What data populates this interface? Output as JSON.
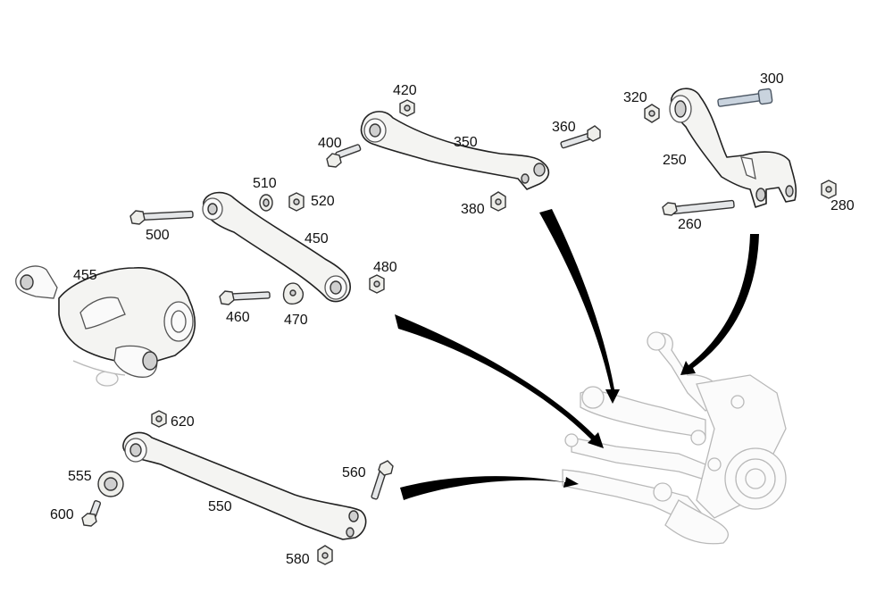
{
  "labels": {
    "p300": "300",
    "p320": "320",
    "p250": "250",
    "p260": "260",
    "p280": "280",
    "p420": "420",
    "p400": "400",
    "p350": "350",
    "p360": "360",
    "p380": "380",
    "p510": "510",
    "p520": "520",
    "p500": "500",
    "p450": "450",
    "p480": "480",
    "p455": "455",
    "p460": "460",
    "p470": "470",
    "p620": "620",
    "p555": "555",
    "p550": "550",
    "p560": "560",
    "p600": "600",
    "p580": "580"
  },
  "icons": {
    "arrows": "curved-pointer-arrow",
    "assembly": "rear-axle-wheel-carrier"
  }
}
